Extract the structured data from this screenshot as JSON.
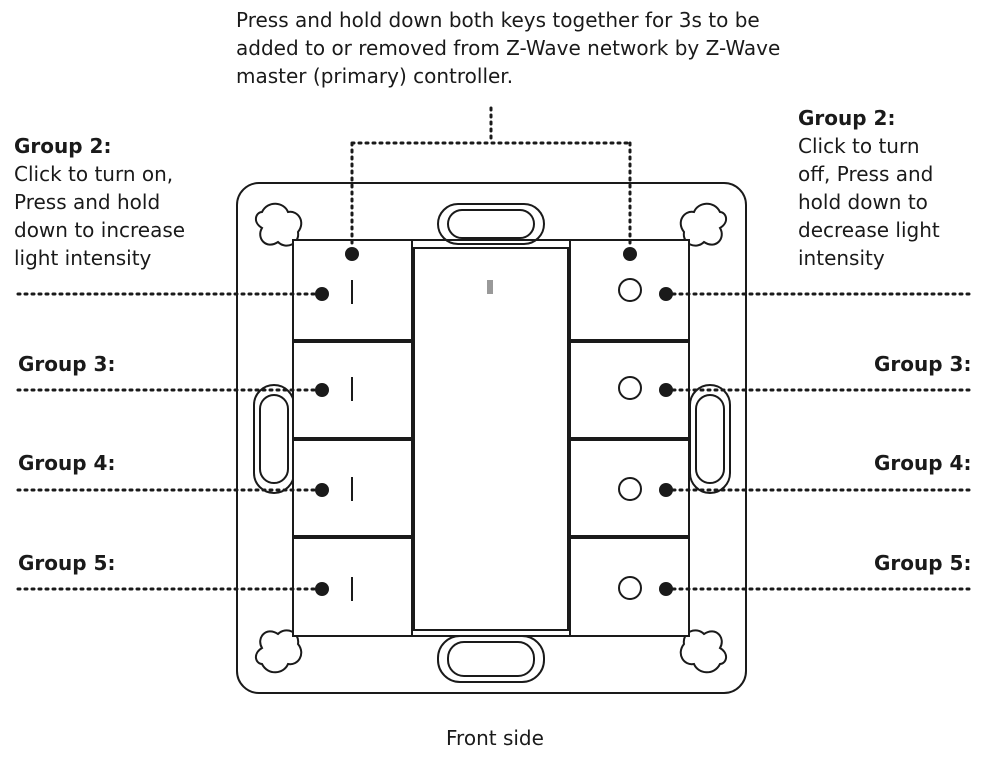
{
  "top_note": {
    "line1": "Press and hold down both keys together for 3s to be",
    "line2": "added to or removed from Z-Wave network by Z-Wave",
    "line3": "master (primary) controller."
  },
  "left": {
    "group2": {
      "title": "Group 2:",
      "lines": [
        "Click to turn on,",
        "Press and hold",
        "down to increase",
        "light intensity"
      ]
    },
    "group3": "Group 3:",
    "group4": "Group 4:",
    "group5": "Group 5:"
  },
  "right": {
    "group2": {
      "title": "Group 2:",
      "lines": [
        "Click to turn",
        "off, Press and",
        "hold down to",
        "decrease light",
        "intensity"
      ]
    },
    "group3": "Group 3:",
    "group4": "Group 4:",
    "group5": "Group 5:"
  },
  "caption": "Front side",
  "colors": {
    "line": "#1a1a1a",
    "background": "#ffffff"
  }
}
